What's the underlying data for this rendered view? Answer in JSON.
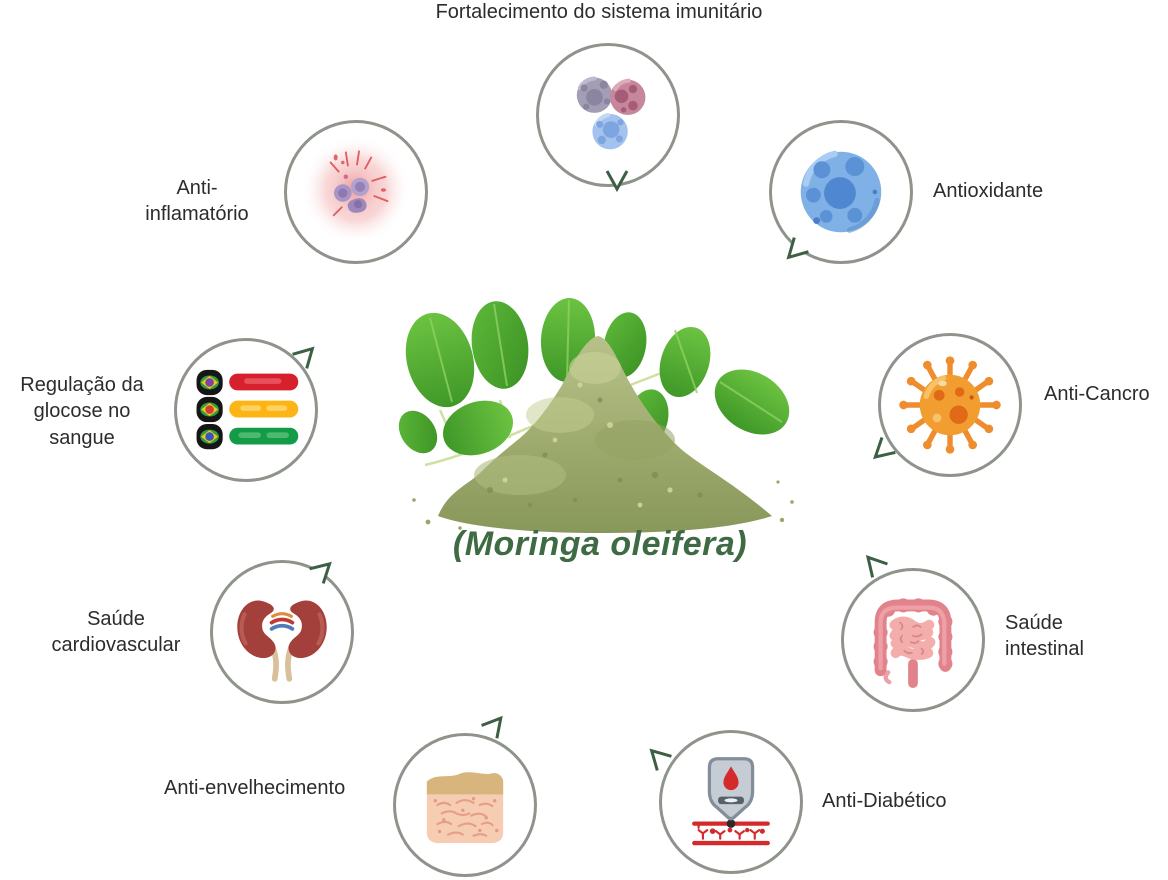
{
  "diagram": {
    "caption": "(Moringa oleifera)",
    "center_image": "moringa-leaves-and-powder"
  },
  "nodes": [
    {
      "id": "immune-system",
      "label": "Fortalecimento do sistema imunitário",
      "icon": "immune-cells-icon"
    },
    {
      "id": "anti-inflammatory",
      "label": "Anti-\ninflamatório",
      "icon": "inflammation-icon"
    },
    {
      "id": "antioxidant",
      "label": "Antioxidante",
      "icon": "antioxidant-cell-icon"
    },
    {
      "id": "anti-cancer",
      "label": "Anti-Cancro",
      "icon": "cancer-virus-icon"
    },
    {
      "id": "blood-glucose-regulation",
      "label": "Regulação da\nglocose no\nsangue",
      "icon": "blood-glucose-bars-icon"
    },
    {
      "id": "cardiovascular-health",
      "label": "Saúde\ncardiovascular",
      "icon": "kidneys-icon"
    },
    {
      "id": "intestinal-health",
      "label": "Saúde\nintestinal",
      "icon": "intestines-icon"
    },
    {
      "id": "anti-aging",
      "label": "Anti-envelhecimento",
      "icon": "skin-icon"
    },
    {
      "id": "anti-diabetic",
      "label": "Anti-Diabético",
      "icon": "glucometer-icon"
    }
  ],
  "colors": {
    "background": "#ffffff",
    "circle_border": "#8e948b",
    "tail_green": "#3d5f43",
    "label_text": "#2c2c2c",
    "caption_green": "#3e6b43",
    "leaf_green": "#54b138",
    "powder_olive": "#9dab6c",
    "bar_red": "#d7202e",
    "bar_yellow": "#fcb515",
    "bar_green": "#149b48"
  }
}
